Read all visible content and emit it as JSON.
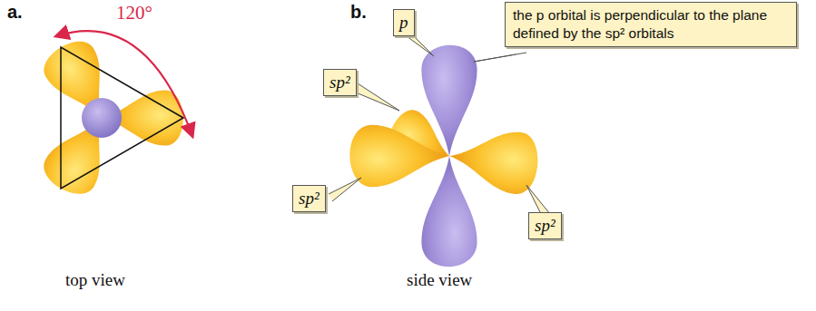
{
  "diagram": {
    "nodes": [
      {
        "text": [
          "p"
        ]
      },
      {
        "text": [
          "the p orbital is perpendicular to the plane defined by the sp² orbitals"
        ]
      },
      {
        "text": [
          "sp²"
        ]
      },
      {
        "text": [
          "sp²"
        ]
      },
      {
        "text": [
          "sp²"
        ]
      }
    ],
    "labels": [
      "a.",
      "b.",
      "120°",
      "top view",
      "side view"
    ]
  }
}
